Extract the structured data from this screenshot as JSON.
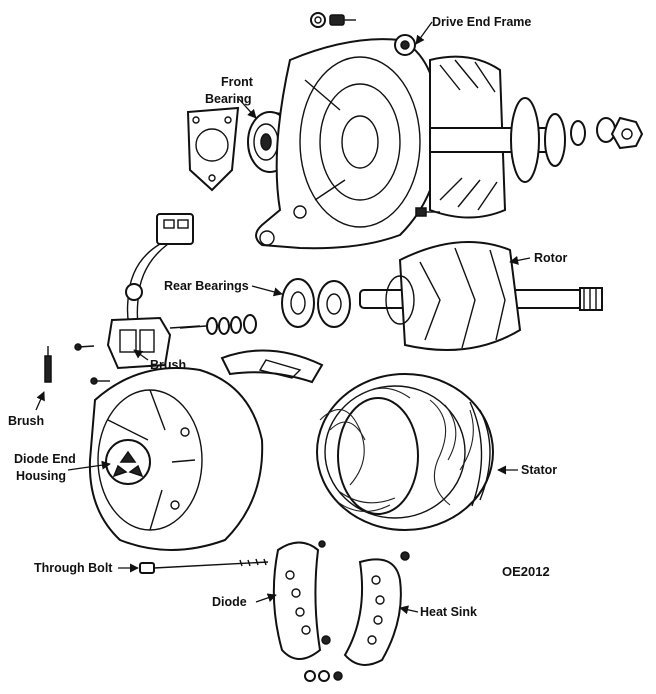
{
  "labels": {
    "drive_end_frame": "Drive End Frame",
    "front_bearing_l1": "Front",
    "front_bearing_l2": "Bearing",
    "rotor": "Rotor",
    "rear_bearings": "Rear Bearings",
    "brush_upper": "Brush",
    "brush_lower": "Brush",
    "diode_end_housing_l1": "Diode End",
    "diode_end_housing_l2": "Housing",
    "stator": "Stator",
    "through_bolt": "Through Bolt",
    "diode": "Diode",
    "heat_sink": "Heat Sink",
    "figure_code": "OE2012"
  },
  "colors": {
    "ink": "#111111",
    "paper": "#ffffff"
  }
}
